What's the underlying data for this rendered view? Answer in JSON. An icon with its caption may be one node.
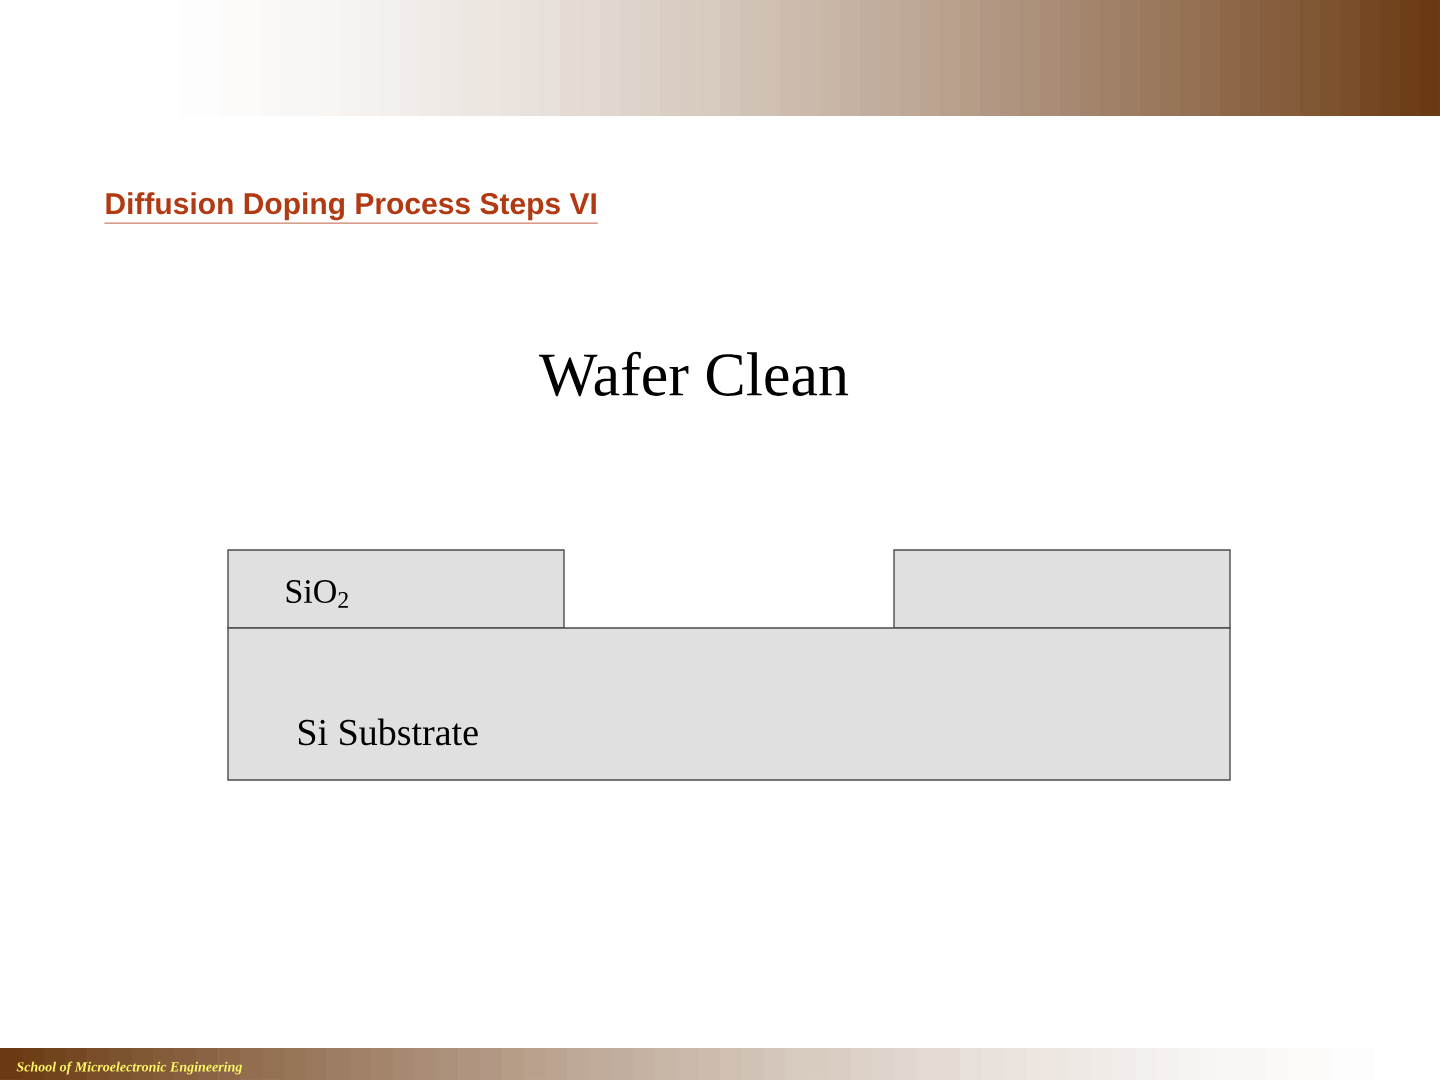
{
  "diagram": {
    "title": "Diffusion Doping Process Steps VI",
    "nodes": [
      {
        "text": [
          "SiO$_{2}$"
        ]
      },
      {
        "text": [],
        "shape": "box"
      },
      {
        "text": [
          "Si Substrate"
        ]
      }
    ],
    "labels": [
      "Wafer Clean",
      "School of Microelectronic Engineering"
    ]
  }
}
